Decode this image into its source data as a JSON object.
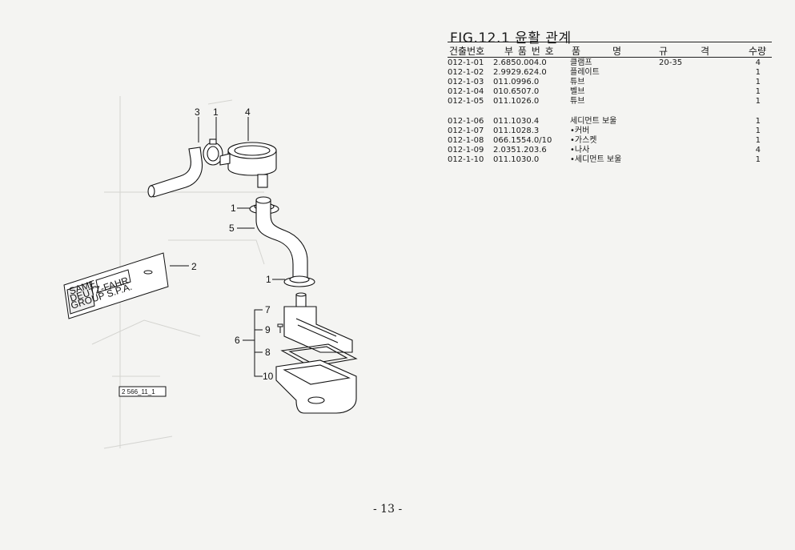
{
  "figure": {
    "title": "FIG.12.1 윤활 관계",
    "columns": {
      "no": "건출번호",
      "part_no": "부 품 번 호",
      "name_a": "품",
      "name_b": "명",
      "spec_a": "규",
      "spec_b": "격",
      "qty": "수량"
    },
    "rows": [
      {
        "no": "012-1-01",
        "part_no": "2.6850.004.0",
        "name": "클램프",
        "spec": "20-35",
        "qty": "4"
      },
      {
        "no": "012-1-02",
        "part_no": "2.9929.624.0",
        "name": "플레이트",
        "spec": "",
        "qty": "1"
      },
      {
        "no": "012-1-03",
        "part_no": "011.0996.0",
        "name": "튜브",
        "spec": "",
        "qty": "1"
      },
      {
        "no": "012-1-04",
        "part_no": "010.6507.0",
        "name": "벨브",
        "spec": "",
        "qty": "1"
      },
      {
        "no": "012-1-05",
        "part_no": "011.1026.0",
        "name": "튜브",
        "spec": "",
        "qty": "1"
      },
      {
        "no": "012-1-06",
        "part_no": "011.1030.4",
        "name": "세디먼트 보울",
        "spec": "",
        "qty": "1"
      },
      {
        "no": "012-1-07",
        "part_no": "011.1028.3",
        "name": "•커버",
        "spec": "",
        "qty": "1"
      },
      {
        "no": "012-1-08",
        "part_no": "066.1554.0/10",
        "name": "•가스켓",
        "spec": "",
        "qty": "1"
      },
      {
        "no": "012-1-09",
        "part_no": "2.0351.203.6",
        "name": "•나사",
        "spec": "",
        "qty": "4"
      },
      {
        "no": "012-1-10",
        "part_no": "011.1030.0",
        "name": "•세디먼트 보울",
        "spec": "",
        "qty": "1"
      }
    ]
  },
  "drawing": {
    "callouts": [
      "3",
      "1",
      "4",
      "1",
      "5",
      "2",
      "1",
      "7",
      "9",
      "6",
      "8",
      "10"
    ],
    "plate_text": [
      "SAME",
      "DEUTZ-FAHR",
      "GROUP S.P.A."
    ],
    "ref_code": "2 566_11_1"
  },
  "page_number": "- 13 -"
}
